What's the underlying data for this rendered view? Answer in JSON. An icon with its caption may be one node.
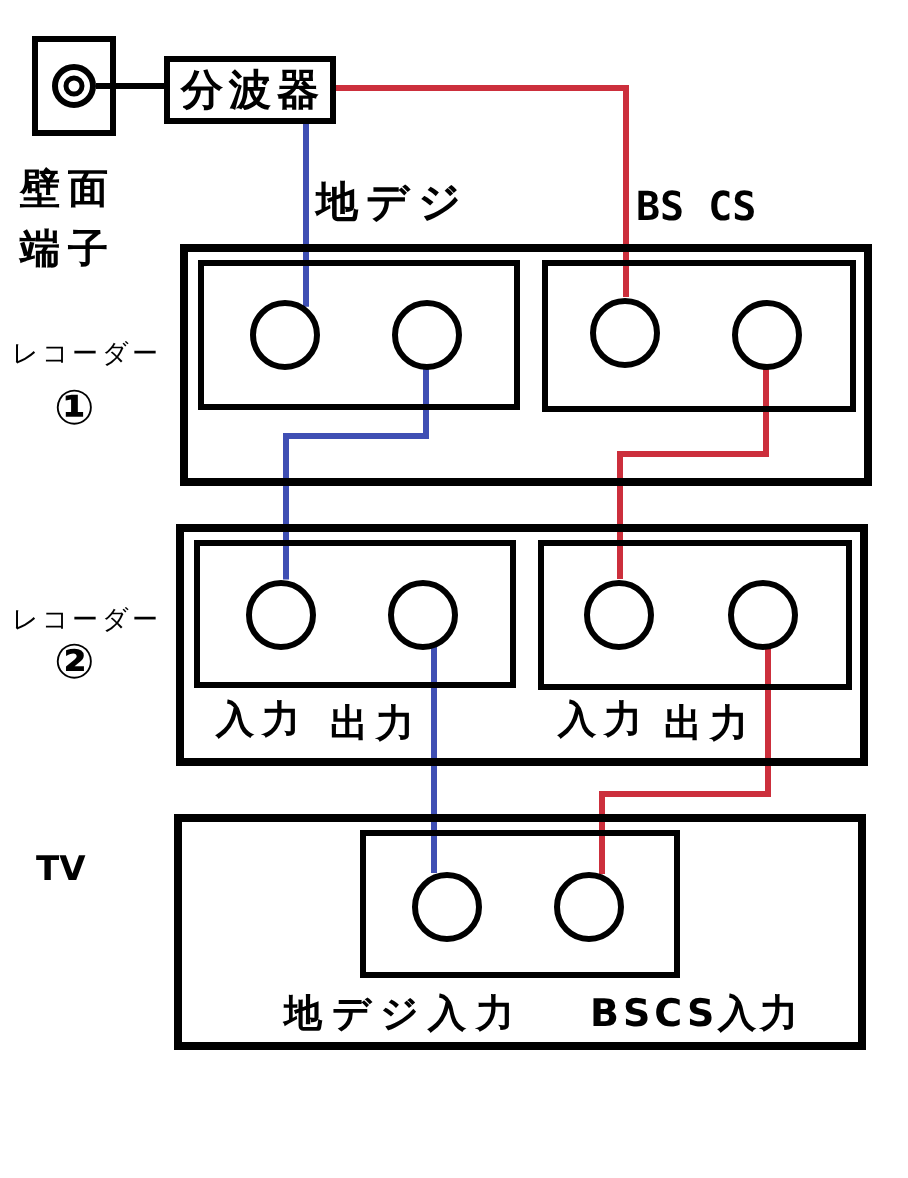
{
  "diagram": {
    "nodes": [
      {
        "text": [],
        "shape": "box",
        "beside": [
          "壁面端子"
        ]
      },
      {
        "text": [],
        "shape": "circle",
        "in": 0
      },
      {
        "text": [
          "分波器"
        ]
      },
      {
        "text": [],
        "shape": "box",
        "beside": [
          "レコーダー",
          "①"
        ]
      },
      {
        "text": [],
        "shape": "box",
        "in": 3
      },
      {
        "text": [],
        "shape": "circle",
        "in": 4
      },
      {
        "text": [],
        "shape": "circle",
        "in": 4
      },
      {
        "text": [],
        "shape": "box",
        "in": 3
      },
      {
        "text": [],
        "shape": "circle",
        "in": 7
      },
      {
        "text": [],
        "shape": "circle",
        "in": 7
      },
      {
        "text": [],
        "shape": "box",
        "beside": [
          "レコーダー",
          "②"
        ]
      },
      {
        "text": [],
        "shape": "box",
        "in": 10
      },
      {
        "text": [],
        "shape": "circle",
        "in": 11
      },
      {
        "text": [],
        "shape": "circle",
        "in": 11
      },
      {
        "text": [],
        "shape": "box",
        "in": 10
      },
      {
        "text": [],
        "shape": "circle",
        "in": 14
      },
      {
        "text": [],
        "shape": "circle",
        "in": 14
      },
      {
        "text": [],
        "shape": "box",
        "beside": [
          "TV"
        ]
      },
      {
        "text": [],
        "shape": "box",
        "in": 17
      },
      {
        "text": [],
        "shape": "circle",
        "in": 18
      },
      {
        "text": [],
        "shape": "circle",
        "in": 18
      }
    ],
    "edges": [
      {
        "from": 1,
        "to": 2,
        "arrow": "none",
        "color": "#000000"
      },
      {
        "from": 2,
        "to": 5,
        "arrow": "none",
        "color": "#3f4fb4"
      },
      {
        "from": 2,
        "to": 8,
        "arrow": "none",
        "color": "#cc2f3c"
      },
      {
        "from": 6,
        "to": 12,
        "arrow": "none",
        "color": "#3f4fb4"
      },
      {
        "from": 9,
        "to": 15,
        "arrow": "none",
        "color": "#cc2f3c"
      },
      {
        "from": 13,
        "to": 19,
        "arrow": "none",
        "color": "#3f4fb4"
      },
      {
        "from": 16,
        "to": 20,
        "arrow": "none",
        "color": "#cc2f3c"
      }
    ],
    "labels": [
      "地デジ",
      "BS CS",
      "入力",
      "出力",
      "入力",
      "出力",
      "地デジ入力",
      "BSCS入力"
    ]
  }
}
